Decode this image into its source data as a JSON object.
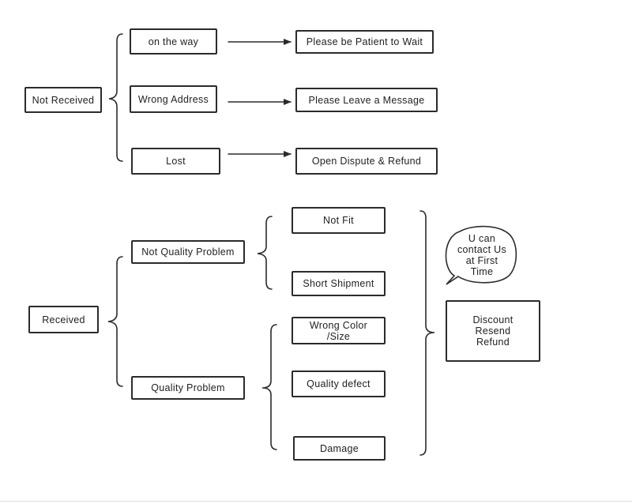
{
  "not_received": {
    "root": "Not Received",
    "branches": [
      "on  the  way",
      "Wrong  Address",
      "Lost"
    ],
    "actions": [
      "Please  be  Patient  to  Wait",
      "Please   Leave   a  Message",
      "Open   Dispute  &  Refund"
    ]
  },
  "received": {
    "root": "Received",
    "not_quality": {
      "label": "Not  Quality  Problem",
      "items": [
        "Not  Fit",
        "Short  Shipment"
      ]
    },
    "quality": {
      "label": "Quality  Problem",
      "items": [
        "Wrong  Color\n/Size",
        "Quality  defect",
        "Damage"
      ]
    },
    "speech_bubble": "U  can\ncontact  Us\nat  First\nTime",
    "resolution": "Discount\nResend\nRefund"
  },
  "colors": {
    "stroke": "#2b2b2b",
    "text": "#222222",
    "background": "#ffffff"
  }
}
